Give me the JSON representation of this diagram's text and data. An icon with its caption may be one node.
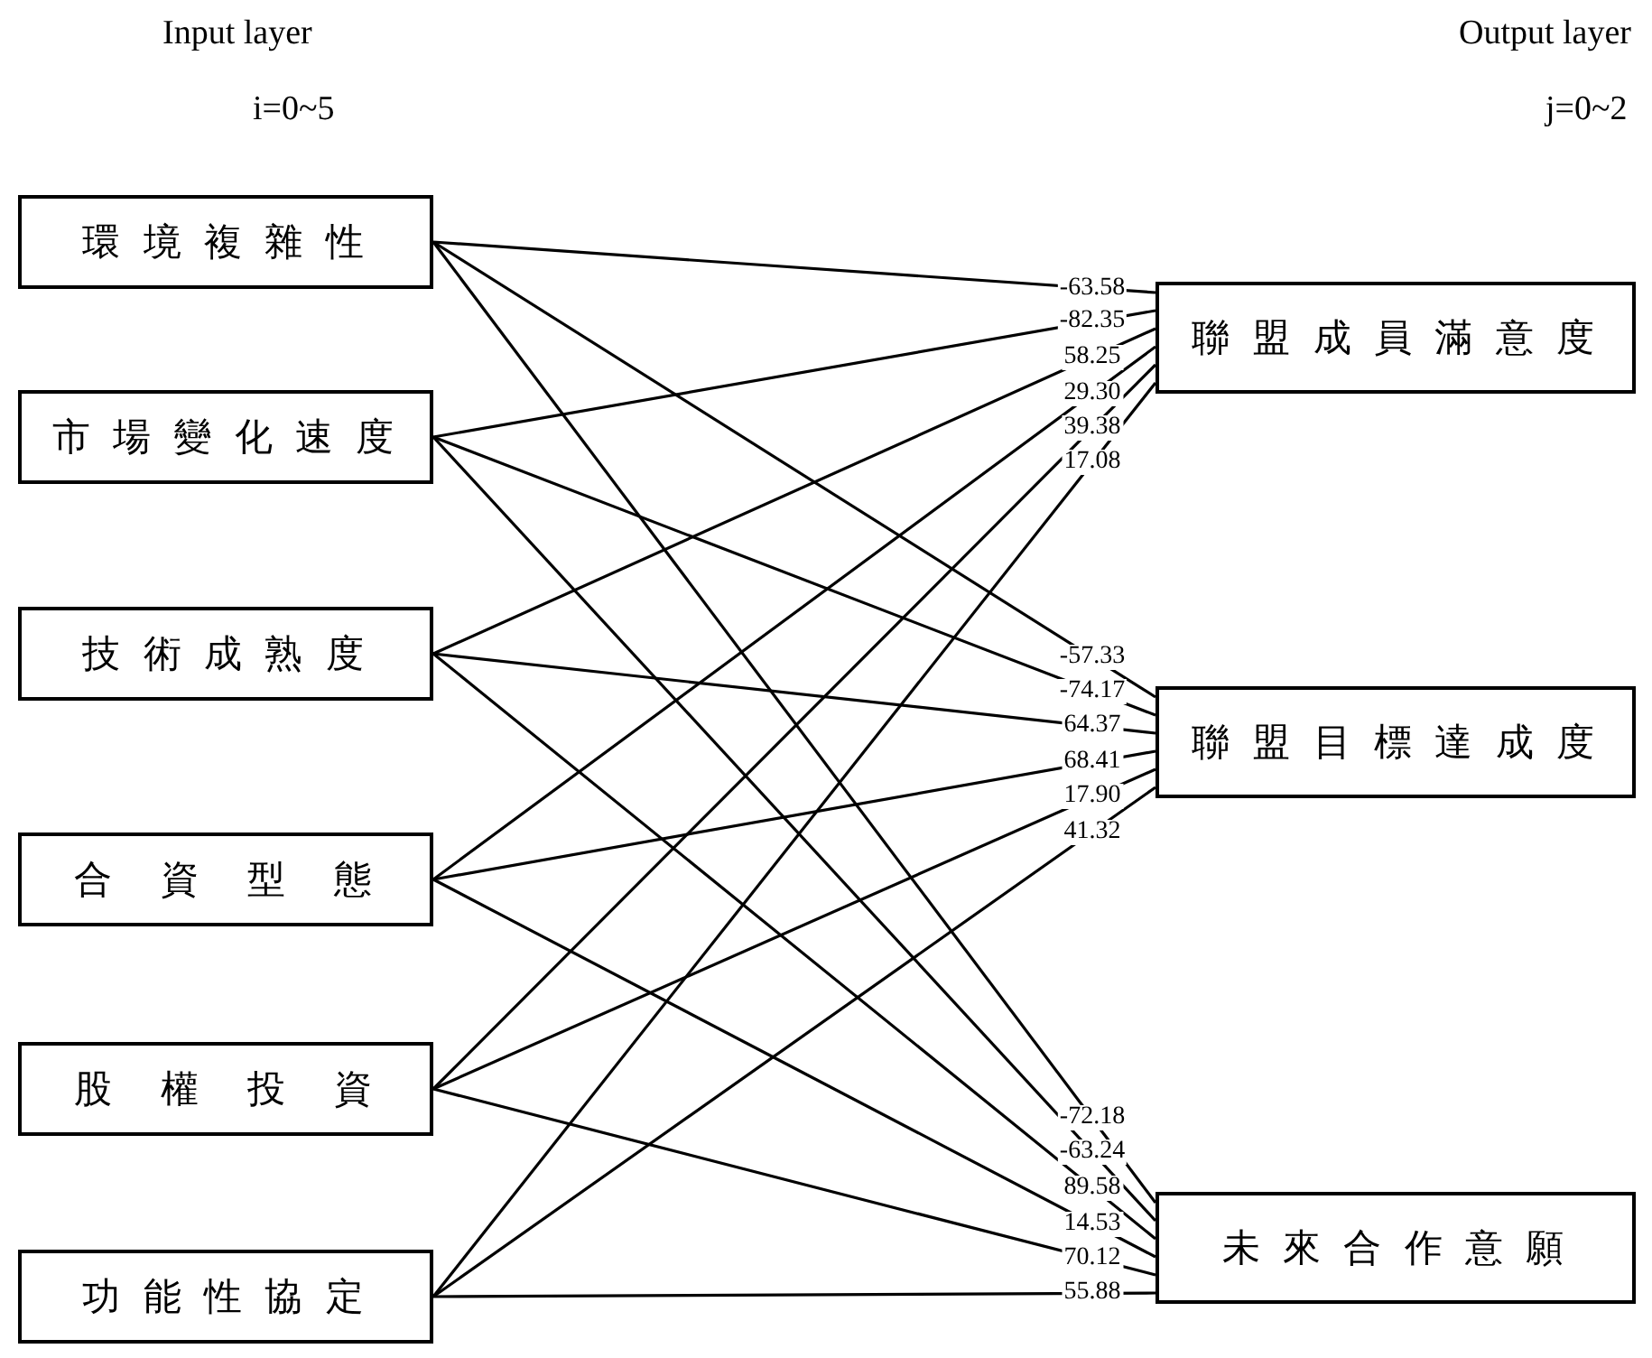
{
  "diagram": {
    "nodes": [
      {
        "text": [
          "環 境 複 雜 性"
        ]
      },
      {
        "text": [
          "市 場 變 化 速 度"
        ]
      },
      {
        "text": [
          "技 術 成 熟 度"
        ]
      },
      {
        "text": [
          "合　資　型　態"
        ]
      },
      {
        "text": [
          "股　權　投　資"
        ]
      },
      {
        "text": [
          "功 能 性 協 定"
        ]
      },
      {
        "text": [
          "聯 盟 成 員 滿 意 度"
        ]
      },
      {
        "text": [
          "聯 盟 目 標 達 成 度"
        ]
      },
      {
        "text": [
          "未 來 合 作 意 願"
        ]
      }
    ],
    "edges": [
      {
        "from": 0,
        "to": 6,
        "arrow": "none",
        "label": "-63.58"
      },
      {
        "from": 1,
        "to": 6,
        "arrow": "none",
        "label": "-82.35"
      },
      {
        "from": 2,
        "to": 6,
        "arrow": "none",
        "label": "58.25"
      },
      {
        "from": 3,
        "to": 6,
        "arrow": "none",
        "label": "29.30"
      },
      {
        "from": 4,
        "to": 6,
        "arrow": "none",
        "label": "39.38"
      },
      {
        "from": 5,
        "to": 6,
        "arrow": "none",
        "label": "17.08"
      },
      {
        "from": 0,
        "to": 7,
        "arrow": "none",
        "label": "-57.33"
      },
      {
        "from": 1,
        "to": 7,
        "arrow": "none",
        "label": "-74.17"
      },
      {
        "from": 2,
        "to": 7,
        "arrow": "none",
        "label": "64.37"
      },
      {
        "from": 3,
        "to": 7,
        "arrow": "none",
        "label": "68.41"
      },
      {
        "from": 4,
        "to": 7,
        "arrow": "none",
        "label": "17.90"
      },
      {
        "from": 5,
        "to": 7,
        "arrow": "none",
        "label": "41.32"
      },
      {
        "from": 0,
        "to": 8,
        "arrow": "none",
        "label": "-72.18"
      },
      {
        "from": 1,
        "to": 8,
        "arrow": "none",
        "label": "-63.24"
      },
      {
        "from": 2,
        "to": 8,
        "arrow": "none",
        "label": "89.58"
      },
      {
        "from": 3,
        "to": 8,
        "arrow": "none",
        "label": "14.53"
      },
      {
        "from": 4,
        "to": 8,
        "arrow": "none",
        "label": "70.12"
      },
      {
        "from": 5,
        "to": 8,
        "arrow": "none",
        "label": "55.88"
      }
    ],
    "labels": [
      "Input layer",
      "i=0~5",
      "Output layer",
      "j=0~2"
    ]
  }
}
